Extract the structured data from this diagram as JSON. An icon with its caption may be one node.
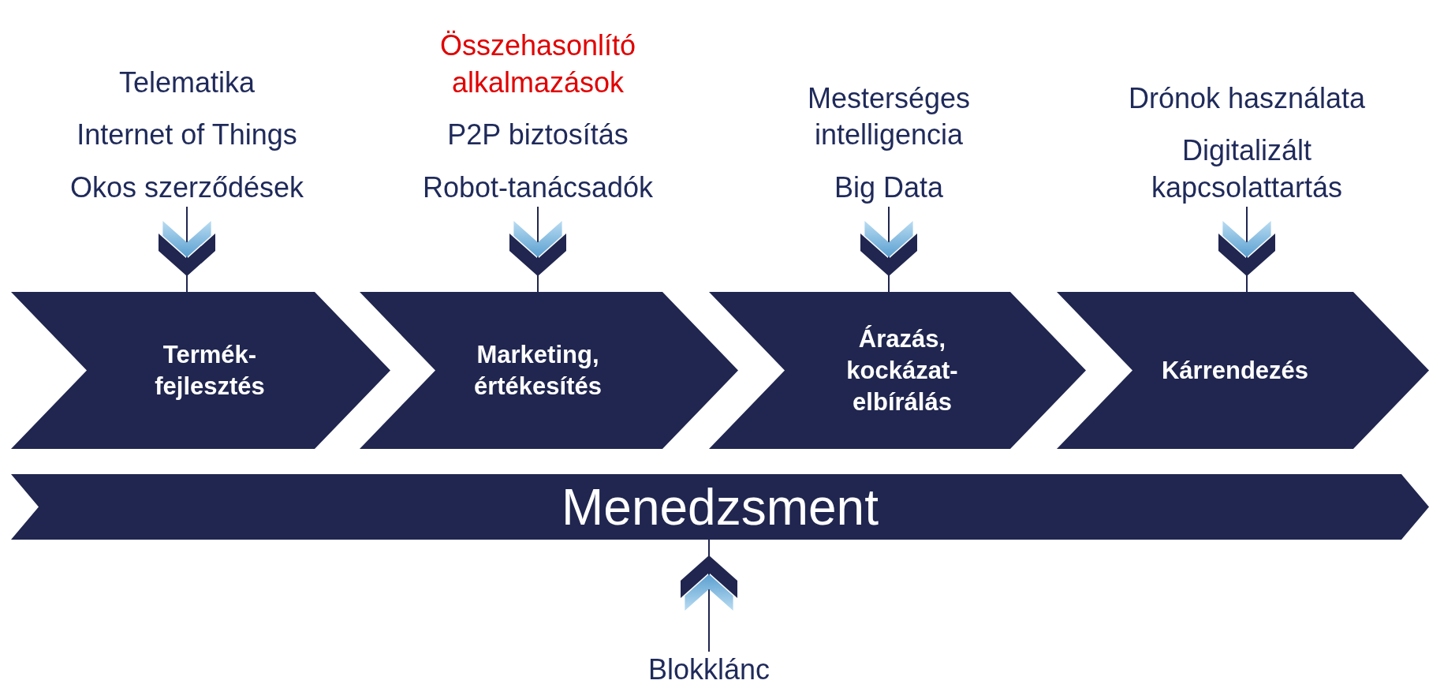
{
  "diagram": {
    "nodes": [
      {
        "text": [
          "Telematika",
          "Internet of Things",
          "Okos szerződések"
        ]
      },
      {
        "text": [
          "Termék-fejlesztés"
        ]
      },
      {
        "text": [
          "Összehasonlító alkalmazások",
          "P2P biztosítás",
          "Robot-tanácsadók"
        ]
      },
      {
        "text": [
          "Marketing, értékesítés"
        ]
      },
      {
        "text": [
          "Mesterséges intelligencia",
          "Big Data"
        ]
      },
      {
        "text": [
          "Árazás, kockázat-elbírálás"
        ]
      },
      {
        "text": [
          "Drónok használata",
          "Digitalizált kapcsolattartás"
        ]
      },
      {
        "text": [
          "Kárrendezés"
        ]
      },
      {
        "text": [
          "Menedzsment"
        ]
      },
      {
        "text": [
          "Blokklánc"
        ]
      }
    ],
    "edges": [
      {
        "from": 0,
        "to": 1,
        "arrow": "to"
      },
      {
        "from": 2,
        "to": 3,
        "arrow": "to"
      },
      {
        "from": 4,
        "to": 5,
        "arrow": "to"
      },
      {
        "from": 6,
        "to": 7,
        "arrow": "to"
      },
      {
        "from": 9,
        "to": 8,
        "arrow": "to"
      }
    ]
  }
}
